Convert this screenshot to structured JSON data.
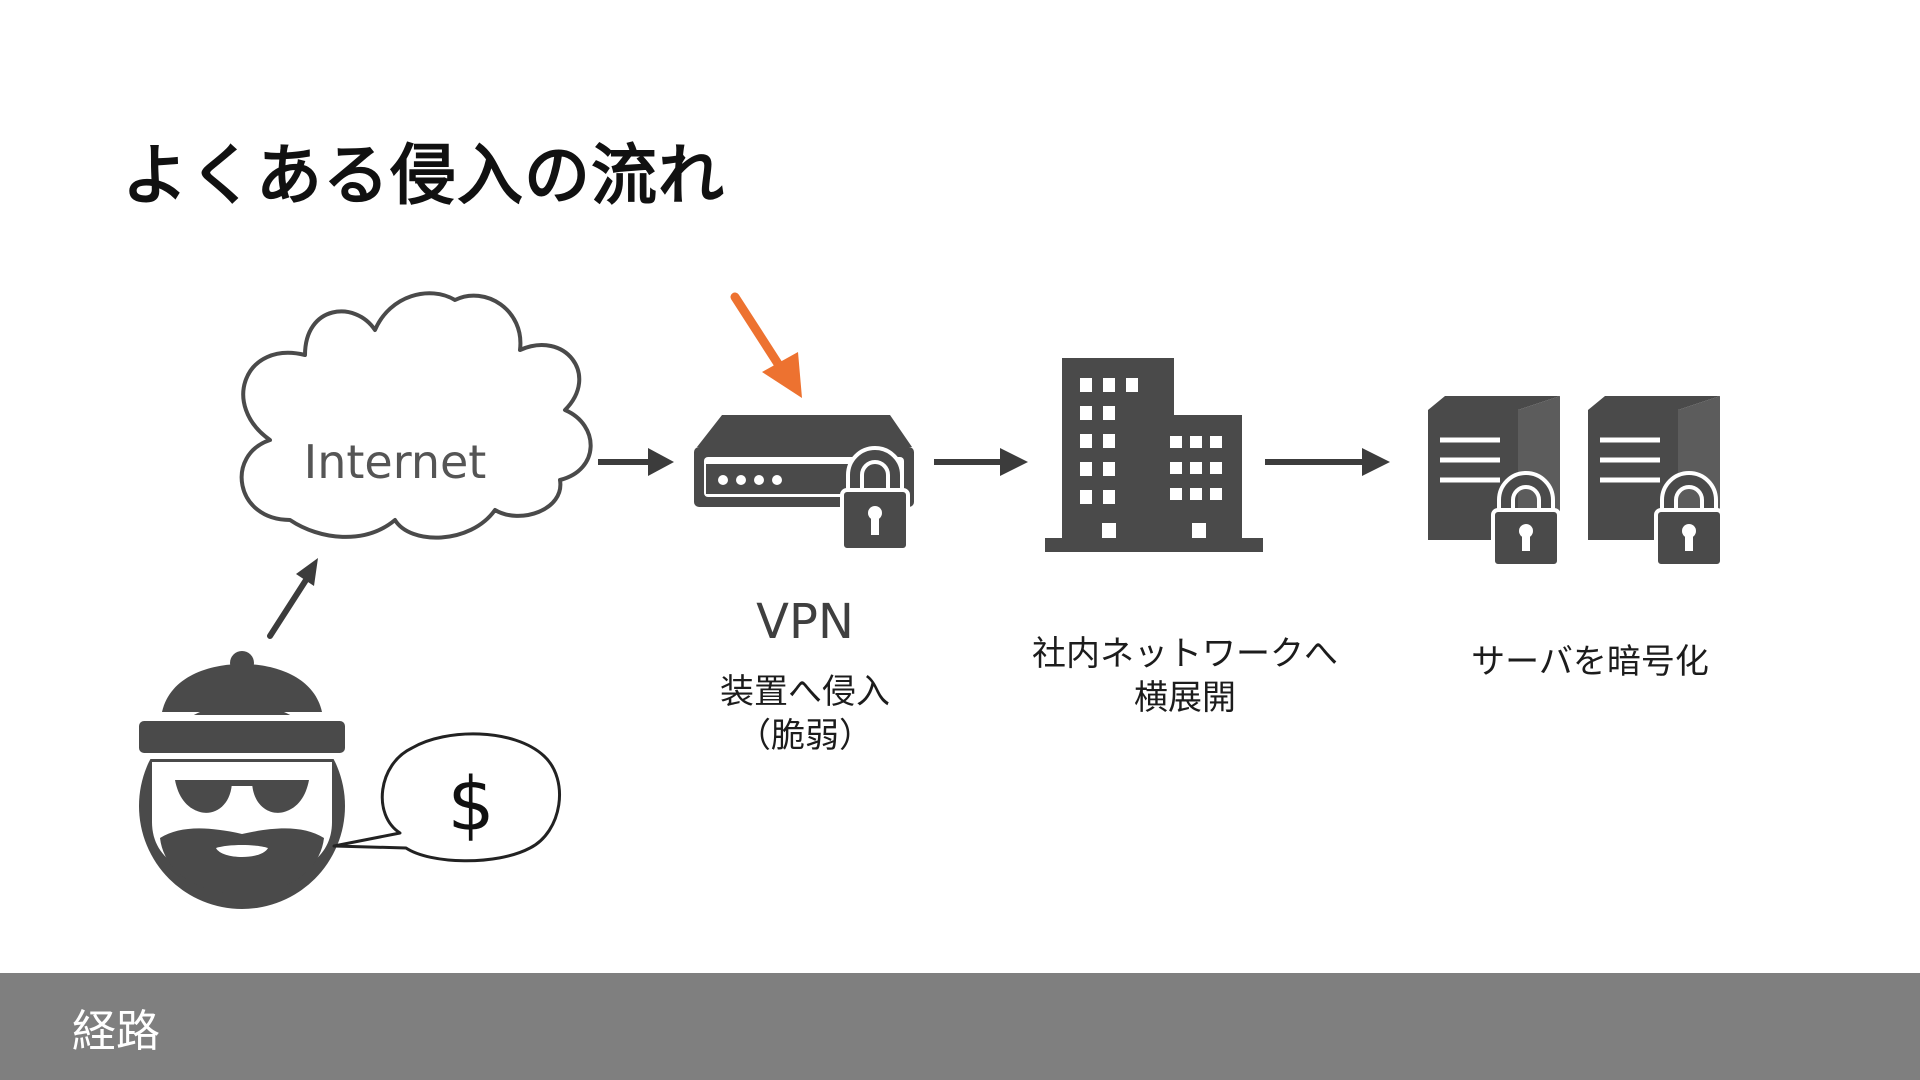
{
  "title": "よくある侵入の流れ",
  "diagram": {
    "cloud_label": "Internet",
    "vpn": {
      "title": "VPN",
      "line1": "装置へ侵入",
      "line2": "（脆弱）"
    },
    "network": {
      "line1": "社内ネットワークへ",
      "line2": "横展開"
    },
    "servers": {
      "label": "サーバを暗号化"
    },
    "speech_symbol": "$",
    "icon_color": "#4a4a4a",
    "highlight_arrow_color": "#ed7230"
  },
  "footer": {
    "label": "経路",
    "background": "#7f7f7f"
  }
}
